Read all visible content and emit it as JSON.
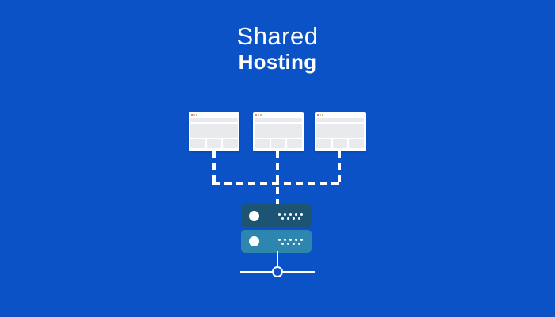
{
  "title": {
    "line1": "Shared",
    "line2": "Hosting"
  },
  "colors": {
    "background": "#0b52c7",
    "text": "#ffffff",
    "window_body": "#ffffff",
    "window_panel": "#e8eaed",
    "titlebar_dot_red": "#e2574c",
    "titlebar_dot_yellow": "#e8b64c",
    "titlebar_dot_green": "#79c25e",
    "server_unit_top": "#1d5373",
    "server_unit_bottom": "#2e85ae",
    "connector": "#ffffff"
  },
  "diagram": {
    "clients": [
      {
        "name": "browser-window-1"
      },
      {
        "name": "browser-window-2"
      },
      {
        "name": "browser-window-3"
      }
    ],
    "connectors": {
      "style": "dashed",
      "topology": "three clients joined by a dashed bus to one server"
    },
    "server": {
      "units": [
        {
          "name": "server-unit-top",
          "led": true,
          "dot_rows": [
            5,
            4
          ]
        },
        {
          "name": "server-unit-bottom",
          "led": true,
          "dot_rows": [
            5,
            4
          ]
        }
      ]
    },
    "network_node": {
      "shape": "ring",
      "lines": "stem + horizontal bus"
    }
  }
}
